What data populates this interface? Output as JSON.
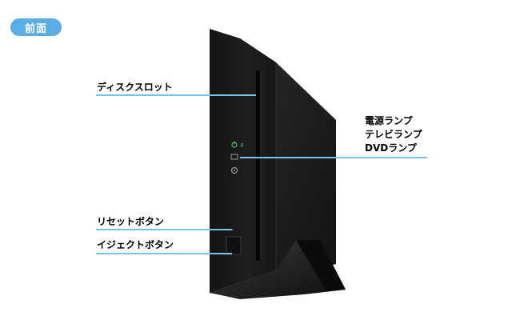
{
  "section_badge": "前面",
  "callouts": {
    "disc_slot": "ディスクスロット",
    "power_lamp": "電源ランプ",
    "tv_lamp": "テレビランプ",
    "dvd_lamp": "DVDランプ",
    "reset_button": "リセットボタン",
    "eject_button": "イジェクトボタン"
  },
  "colors": {
    "badge": "#5aaee6",
    "leader_line": "#78c2ee",
    "device_body": "#1b1b1b",
    "power_lamp_glow": "#4fbf6a"
  },
  "icons": {
    "power_lamp": "power-icon",
    "tv_lamp": "tv-icon",
    "dvd_lamp": "disc-icon"
  }
}
